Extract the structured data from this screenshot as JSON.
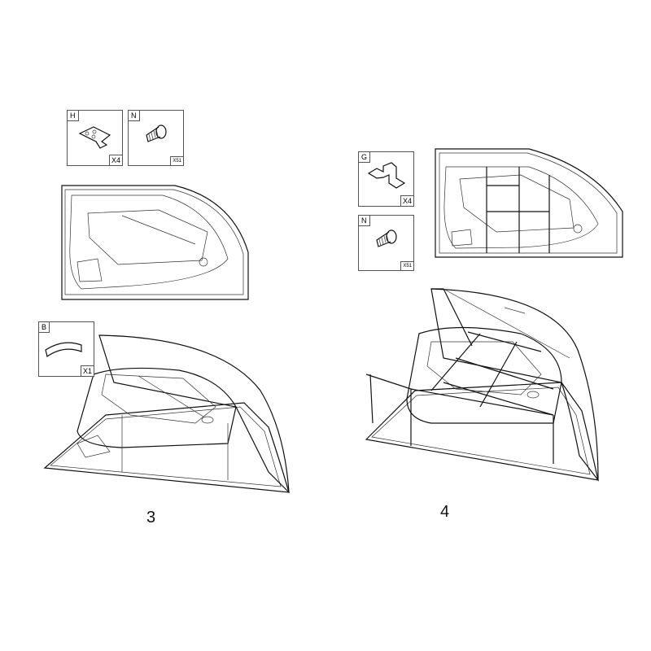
{
  "steps": [
    {
      "number": "3",
      "parts": [
        {
          "letter": "H",
          "quantity": "X4",
          "icon": "bracket-plate-icon"
        },
        {
          "letter": "N",
          "quantity": "X51",
          "icon": "screw-icon"
        },
        {
          "letter": "B",
          "quantity": "X1",
          "icon": "curved-strip-icon"
        }
      ]
    },
    {
      "number": "4",
      "parts": [
        {
          "letter": "G",
          "quantity": "X4",
          "icon": "z-bracket-icon"
        },
        {
          "letter": "N",
          "quantity": "X51",
          "icon": "screw-icon"
        }
      ]
    }
  ]
}
